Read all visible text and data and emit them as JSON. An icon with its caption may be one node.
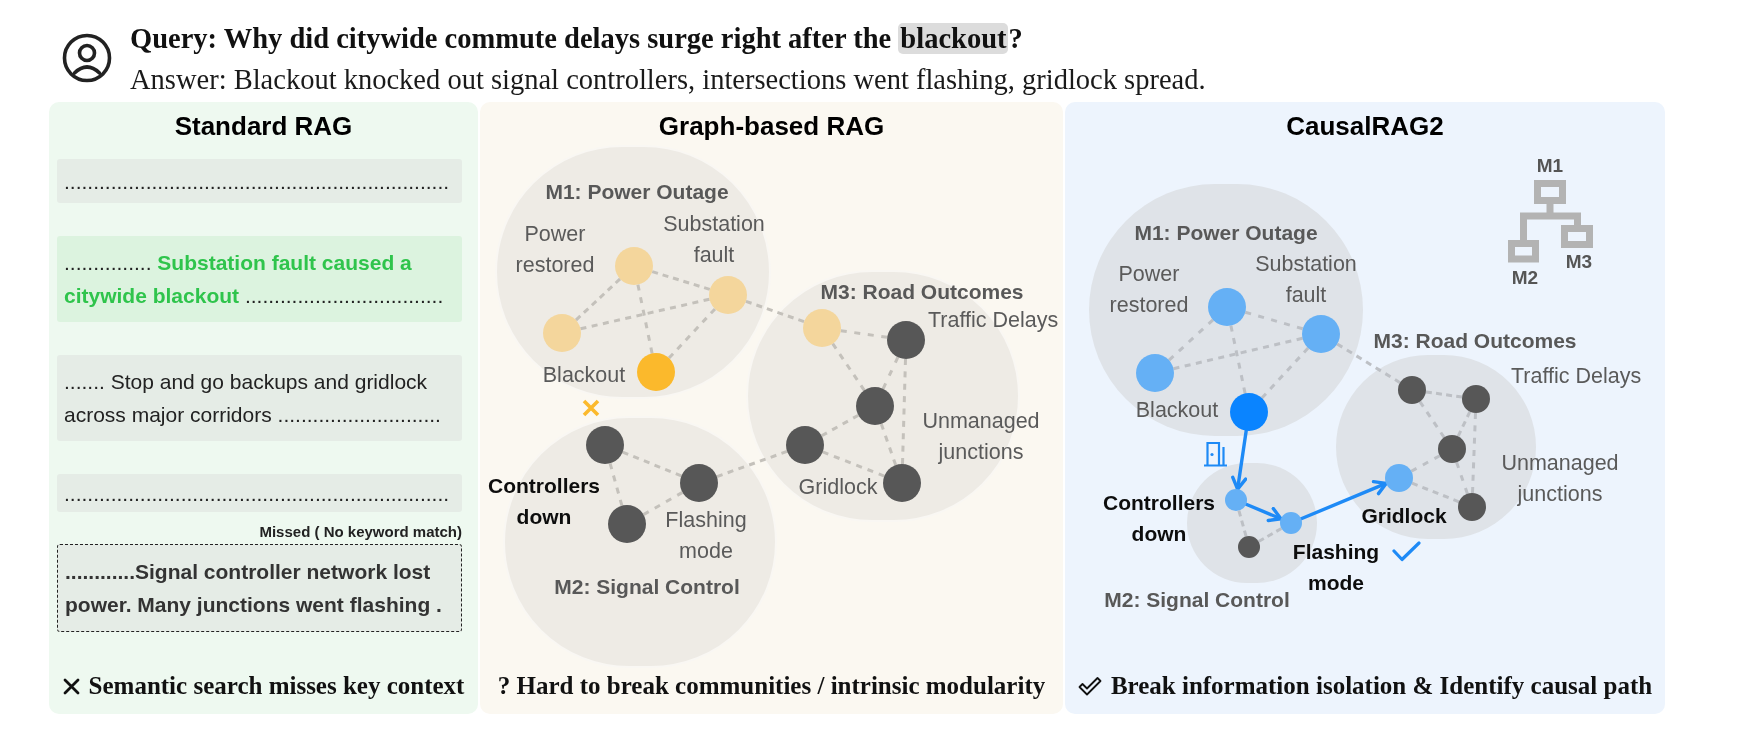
{
  "diagram": {
    "title": "Query: Why did citywide commute delays surge right after the **blackout**?",
    "nodes": [
      {
        "text": [
          "Standard RAG",
          "Semantic search misses key context"
        ]
      },
      {
        "text": [
          ".................................................................."
        ],
        "in": 0
      },
      {
        "text": [
          "............... **Substation fault caused a citywide blackout** .................................."
        ],
        "in": 0
      },
      {
        "text": [
          "....... Stop and go backups and gridlock across major corridors ............................"
        ],
        "in": 0
      },
      {
        "text": [
          ".................................................................."
        ],
        "in": 0
      },
      {
        "text": [
          "............Signal controller network lost power. Many junctions went flashing ."
        ],
        "in": 0,
        "beside": [
          "Missed ( No keyword match)"
        ]
      },
      {
        "text": [
          "Graph-based RAG",
          "? Hard to break communities / intrinsic modularity"
        ]
      },
      {
        "text": [
          "M1: Power Outage"
        ],
        "in": 6
      },
      {
        "text": [],
        "shape": "circle",
        "in": 7,
        "beside": [
          "Power restored"
        ]
      },
      {
        "text": [],
        "shape": "circle",
        "in": 7,
        "beside": [
          "Substation fault"
        ]
      },
      {
        "text": [],
        "shape": "circle",
        "in": 7
      },
      {
        "text": [],
        "shape": "circle",
        "in": 7,
        "beside": [
          "Blackout"
        ]
      },
      {
        "text": [
          "M3: Road Outcomes"
        ],
        "in": 6
      },
      {
        "text": [],
        "shape": "circle",
        "in": 12
      },
      {
        "text": [],
        "shape": "circle",
        "in": 12,
        "beside": [
          "Traffic Delays"
        ]
      },
      {
        "text": [],
        "shape": "circle",
        "in": 12
      },
      {
        "text": [],
        "shape": "circle",
        "in": 12,
        "beside": [
          "Gridlock"
        ]
      },
      {
        "text": [],
        "shape": "circle",
        "in": 12,
        "beside": [
          "Unmanaged junctions"
        ]
      },
      {
        "text": [
          "M2: Signal Control"
        ],
        "in": 6
      },
      {
        "text": [],
        "shape": "circle",
        "in": 18,
        "beside": [
          "Controllers down"
        ]
      },
      {
        "text": [],
        "shape": "circle",
        "in": 18,
        "beside": [
          "Flashing mode"
        ]
      },
      {
        "text": [],
        "shape": "circle",
        "in": 18
      },
      {
        "text": [
          "CausalRAG2",
          "Break information isolation & Identify causal path"
        ]
      },
      {
        "text": [
          "M1: Power Outage"
        ],
        "in": 22
      },
      {
        "text": [],
        "shape": "circle",
        "in": 23,
        "beside": [
          "Power restored"
        ]
      },
      {
        "text": [],
        "shape": "circle",
        "in": 23,
        "beside": [
          "Substation fault"
        ]
      },
      {
        "text": [],
        "shape": "circle",
        "in": 23
      },
      {
        "text": [],
        "shape": "circle",
        "in": 23,
        "beside": [
          "Blackout"
        ]
      },
      {
        "text": [
          "M3: Road Outcomes"
        ],
        "in": 22
      },
      {
        "text": [],
        "shape": "circle",
        "in": 28
      },
      {
        "text": [],
        "shape": "circle",
        "in": 28,
        "beside": [
          "Traffic Delays"
        ]
      },
      {
        "text": [],
        "shape": "circle",
        "in": 28
      },
      {
        "text": [],
        "shape": "circle",
        "in": 28,
        "beside": [
          "Gridlock"
        ]
      },
      {
        "text": [],
        "shape": "circle",
        "in": 28,
        "beside": [
          "Unmanaged junctions"
        ]
      },
      {
        "text": [
          "M2: Signal Control"
        ],
        "in": 22
      },
      {
        "text": [],
        "shape": "circle",
        "in": 34,
        "beside": [
          "Controllers down"
        ]
      },
      {
        "text": [],
        "shape": "circle",
        "in": 34,
        "beside": [
          "Flashing mode"
        ]
      },
      {
        "text": [],
        "shape": "circle",
        "in": 34
      }
    ],
    "edges": [
      {
        "from": 8,
        "to": 10,
        "arrow": "none",
        "style": "dashed"
      },
      {
        "from": 8,
        "to": 9,
        "arrow": "none",
        "style": "dashed"
      },
      {
        "from": 8,
        "to": 11,
        "arrow": "none",
        "style": "dashed"
      },
      {
        "from": 10,
        "to": 9,
        "arrow": "none",
        "style": "dashed"
      },
      {
        "from": 9,
        "to": 11,
        "arrow": "none",
        "style": "dashed"
      },
      {
        "from": 9,
        "to": 13,
        "arrow": "none",
        "style": "dashed"
      },
      {
        "from": 13,
        "to": 14,
        "arrow": "none",
        "style": "dashed"
      },
      {
        "from": 13,
        "to": 15,
        "arrow": "none",
        "style": "dashed"
      },
      {
        "from": 14,
        "to": 15,
        "arrow": "none",
        "style": "dashed"
      },
      {
        "from": 14,
        "to": 17,
        "arrow": "none",
        "style": "dashed"
      },
      {
        "from": 15,
        "to": 16,
        "arrow": "none",
        "style": "dashed"
      },
      {
        "from": 15,
        "to": 17,
        "arrow": "none",
        "style": "dashed"
      },
      {
        "from": 16,
        "to": 17,
        "arrow": "none",
        "style": "dashed"
      },
      {
        "from": 19,
        "to": 20,
        "arrow": "none",
        "style": "dashed"
      },
      {
        "from": 19,
        "to": 21,
        "arrow": "none",
        "style": "dashed"
      },
      {
        "from": 21,
        "to": 20,
        "arrow": "none",
        "style": "dashed"
      },
      {
        "from": 20,
        "to": 16,
        "arrow": "none",
        "style": "dashed"
      },
      {
        "from": 24,
        "to": 26,
        "arrow": "none",
        "style": "dashed"
      },
      {
        "from": 24,
        "to": 25,
        "arrow": "none",
        "style": "dashed"
      },
      {
        "from": 24,
        "to": 27,
        "arrow": "none",
        "style": "dashed"
      },
      {
        "from": 26,
        "to": 25,
        "arrow": "none",
        "style": "dashed"
      },
      {
        "from": 25,
        "to": 27,
        "arrow": "none",
        "style": "dashed"
      },
      {
        "from": 25,
        "to": 29,
        "arrow": "none",
        "style": "dashed"
      },
      {
        "from": 29,
        "to": 30,
        "arrow": "none",
        "style": "dashed"
      },
      {
        "from": 29,
        "to": 31,
        "arrow": "none",
        "style": "dashed"
      },
      {
        "from": 30,
        "to": 31,
        "arrow": "none",
        "style": "dashed"
      },
      {
        "from": 30,
        "to": 33,
        "arrow": "none",
        "style": "dashed"
      },
      {
        "from": 31,
        "to": 32,
        "arrow": "none",
        "style": "dashed"
      },
      {
        "from": 31,
        "to": 33,
        "arrow": "none",
        "style": "dashed"
      },
      {
        "from": 32,
        "to": 33,
        "arrow": "none",
        "style": "dashed"
      },
      {
        "from": 35,
        "to": 37,
        "arrow": "none",
        "style": "dashed"
      },
      {
        "from": 37,
        "to": 36,
        "arrow": "none",
        "style": "dashed"
      },
      {
        "from": 27,
        "to": 35,
        "arrow": "to",
        "color": "#1e8af6"
      },
      {
        "from": 35,
        "to": 36,
        "arrow": "to",
        "color": "#1e8af6"
      },
      {
        "from": 36,
        "to": 32,
        "arrow": "to",
        "color": "#1e8af6"
      }
    ],
    "labels": [
      "Answer: Blackout knocked out signal controllers, intersections went flashing, gridlock spread.",
      "M1",
      "M2",
      "M3"
    ]
  }
}
